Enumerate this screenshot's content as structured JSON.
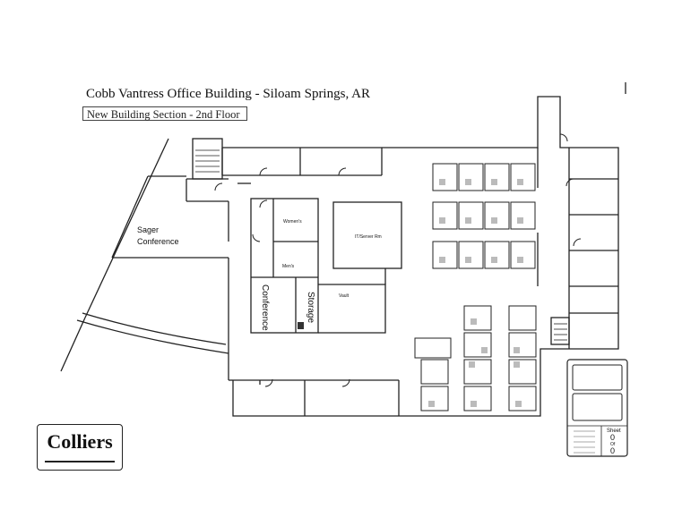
{
  "title": "Cobb Vantress Office Building - Siloam Springs, AR",
  "subtitle": "New Building Section - 2nd Floor",
  "logo": "Colliers",
  "rooms": {
    "sager_conference_line1": "Sager",
    "sager_conference_line2": "Conference",
    "womens": "Women's",
    "mens": "Men's",
    "it_server": "IT/Server Rm",
    "conference": "Conference",
    "storage": "Storage",
    "vault": "Vault"
  },
  "title_block": {
    "sheet_label": "Sheet",
    "sheet_num": "0",
    "of_label": "Of",
    "sheet_total": "0"
  }
}
